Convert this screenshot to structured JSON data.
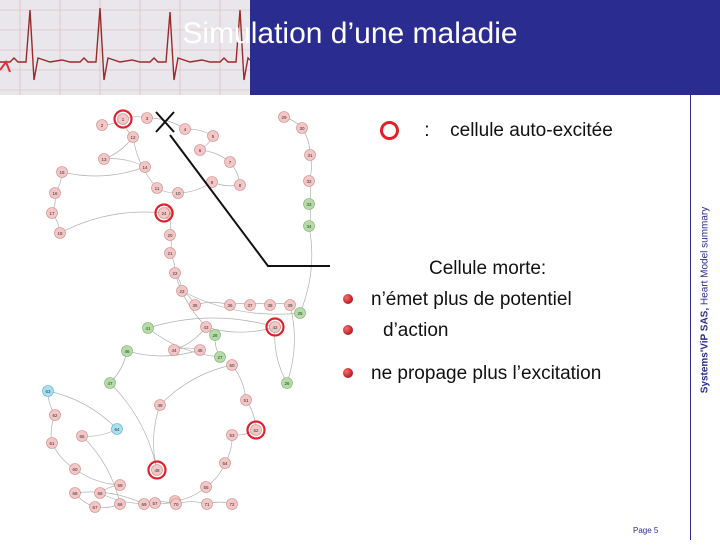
{
  "header": {
    "title": "Simulation d’une maladie"
  },
  "legend": {
    "separator": ":",
    "text": "cellule auto-excitée"
  },
  "description": {
    "title": "Cellule morte:",
    "line1": "n’émet plus de potentiel",
    "line2": "d’action",
    "line3": "ne propage plus l’excitation"
  },
  "side": {
    "brand": "Systems'ViP SAS,",
    "caption": "Heart Model summary"
  },
  "footer": {
    "page": "Page 5"
  },
  "colors": {
    "header_bg": "#2b2c8f",
    "accent_red": "#e0202a",
    "node_pink": "#f4c6c6",
    "node_green": "#b5dca6",
    "node_blue": "#a8e0f0"
  },
  "nodes": [
    {
      "label": "1",
      "color": "pink",
      "ring": true
    },
    {
      "label": "2",
      "color": "pink"
    },
    {
      "label": "3",
      "color": "pink"
    },
    {
      "label": "4",
      "color": "pink"
    },
    {
      "label": "5",
      "color": "pink"
    },
    {
      "label": "6",
      "color": "pink"
    },
    {
      "label": "7",
      "color": "pink"
    },
    {
      "label": "8",
      "color": "pink"
    },
    {
      "label": "9",
      "color": "pink"
    },
    {
      "label": "10",
      "color": "pink"
    },
    {
      "label": "11",
      "color": "pink"
    },
    {
      "label": "12",
      "color": "pink"
    },
    {
      "label": "13",
      "color": "pink"
    },
    {
      "label": "14",
      "color": "pink"
    },
    {
      "label": "15",
      "color": "pink"
    },
    {
      "label": "16",
      "color": "pink"
    },
    {
      "label": "17",
      "color": "pink"
    },
    {
      "label": "18",
      "color": "pink"
    },
    {
      "label": "19",
      "color": "pink"
    },
    {
      "label": "20",
      "color": "pink"
    },
    {
      "label": "21",
      "color": "pink"
    },
    {
      "label": "22",
      "color": "pink"
    },
    {
      "label": "23",
      "color": "pink"
    },
    {
      "label": "24",
      "color": "pink",
      "ring": true
    },
    {
      "label": "25",
      "color": "green"
    },
    {
      "label": "26",
      "color": "green"
    },
    {
      "label": "27",
      "color": "green"
    },
    {
      "label": "28",
      "color": "green"
    },
    {
      "label": "29",
      "color": "pink"
    },
    {
      "label": "30",
      "color": "pink"
    },
    {
      "label": "31",
      "color": "pink"
    },
    {
      "label": "32",
      "color": "pink"
    },
    {
      "label": "33",
      "color": "green"
    },
    {
      "label": "34",
      "color": "green"
    },
    {
      "label": "35",
      "color": "pink"
    },
    {
      "label": "36",
      "color": "pink"
    },
    {
      "label": "37",
      "color": "pink"
    },
    {
      "label": "38",
      "color": "pink"
    },
    {
      "label": "39",
      "color": "pink"
    },
    {
      "label": "40",
      "color": "pink"
    },
    {
      "label": "41",
      "color": "green"
    },
    {
      "label": "42",
      "color": "pink",
      "ring": true
    },
    {
      "label": "43",
      "color": "pink"
    },
    {
      "label": "44",
      "color": "pink"
    },
    {
      "label": "45",
      "color": "pink"
    },
    {
      "label": "46",
      "color": "green"
    },
    {
      "label": "47",
      "color": "green"
    },
    {
      "label": "48",
      "color": "pink",
      "ring": true
    },
    {
      "label": "49",
      "color": "pink"
    },
    {
      "label": "50",
      "color": "pink"
    },
    {
      "label": "51",
      "color": "pink"
    },
    {
      "label": "52",
      "color": "pink",
      "ring": true
    },
    {
      "label": "53",
      "color": "pink"
    },
    {
      "label": "54",
      "color": "pink"
    },
    {
      "label": "55",
      "color": "pink"
    },
    {
      "label": "56",
      "color": "pink"
    },
    {
      "label": "57",
      "color": "pink"
    },
    {
      "label": "58",
      "color": "pink"
    },
    {
      "label": "59",
      "color": "pink"
    },
    {
      "label": "60",
      "color": "pink"
    },
    {
      "label": "61",
      "color": "pink"
    },
    {
      "label": "62",
      "color": "pink"
    },
    {
      "label": "63",
      "color": "blue"
    },
    {
      "label": "64",
      "color": "blue"
    },
    {
      "label": "65",
      "color": "pink"
    },
    {
      "label": "66",
      "color": "pink"
    },
    {
      "label": "67",
      "color": "pink"
    },
    {
      "label": "68",
      "color": "pink"
    },
    {
      "label": "69",
      "color": "pink"
    },
    {
      "label": "70",
      "color": "pink"
    },
    {
      "label": "71",
      "color": "pink"
    },
    {
      "label": "72",
      "color": "pink"
    }
  ]
}
